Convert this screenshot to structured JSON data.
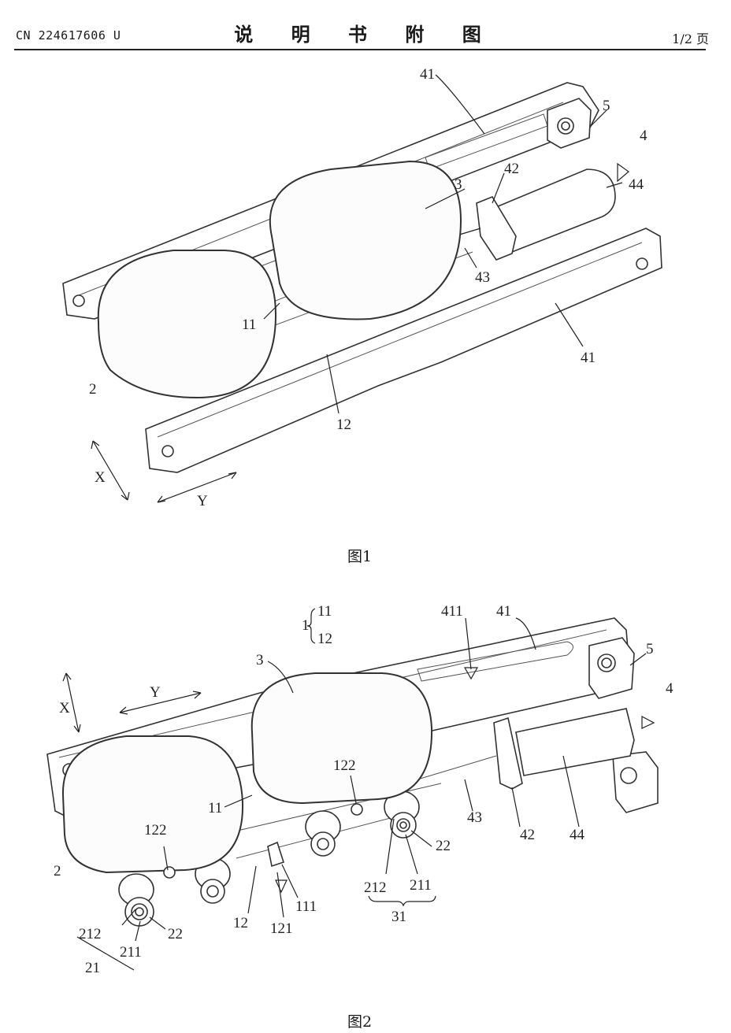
{
  "header": {
    "publication_number": "CN 224617606 U",
    "title": "说 明 书 附 图",
    "page_indicator": "1/2 页"
  },
  "figure1": {
    "caption": "图1",
    "labels": {
      "l41a": "41",
      "l5": "5",
      "l4": "4",
      "l42": "42",
      "l44": "44",
      "l3": "3",
      "l43": "43",
      "l11": "11",
      "l41b": "41",
      "l2": "2",
      "l12": "12",
      "lX": "X",
      "lY": "Y"
    }
  },
  "figure2": {
    "caption": "图2",
    "labels": {
      "l1": "1",
      "l11": "11",
      "l12": "12",
      "l411": "411",
      "l41": "41",
      "l5": "5",
      "l3": "3",
      "lY": "Y",
      "lX": "X",
      "l4": "4",
      "l122a": "122",
      "l11b": "11",
      "l43": "43",
      "l42": "42",
      "l44": "44",
      "l122b": "122",
      "l2": "2",
      "l22a": "22",
      "l212a": "212",
      "l211a": "211",
      "l31": "31",
      "l111": "111",
      "l12b": "12",
      "l121": "121",
      "l212b": "212",
      "l22b": "22",
      "l211b": "211",
      "l21": "21"
    }
  }
}
